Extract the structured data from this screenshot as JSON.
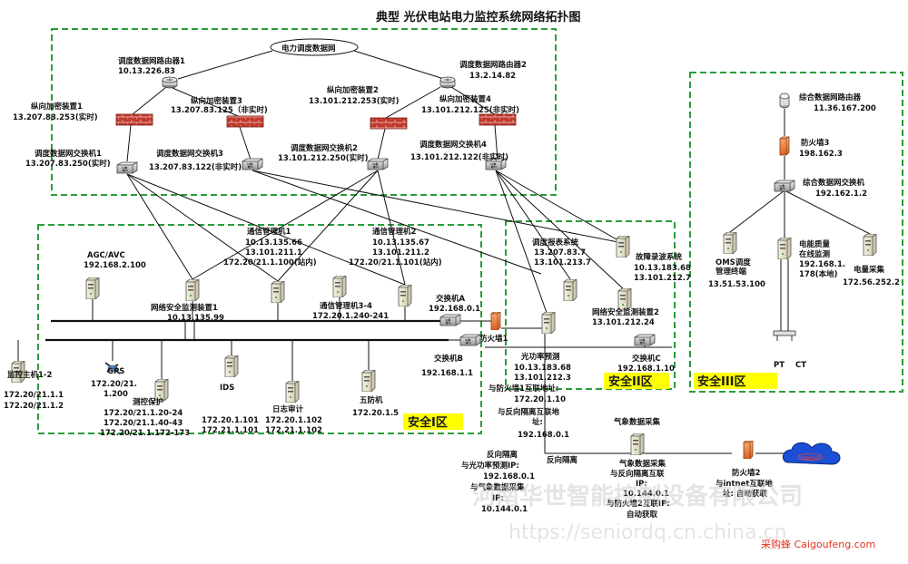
{
  "title": "典型 光伏电站电力监控系统网络拓扑图",
  "zones": {
    "z1": "安全I区",
    "z2": "安全II区",
    "z3": "安全III区"
  },
  "labels": {
    "dispatch_net": "电力调度数据网",
    "router1": "调度数据网路由器1",
    "router1_ip": "10.13.226.83",
    "router2": "调度数据网路由器2",
    "router2_ip": "13.2.14.82",
    "enc1": "纵向加密装置1",
    "enc1_ip": "13.207.83.253(实时)",
    "enc3": "纵向加密装置3",
    "enc3_ip": "13.207.83.125（非实时)",
    "enc2": "纵向加密装置2",
    "enc2_ip": "13.101.212.253(实时)",
    "enc4": "纵向加密装置4",
    "enc4_ip": "13.101.212.125(非实时)",
    "sw1": "调度数据网交换机1",
    "sw1_ip": "13.207.83.250(实时)",
    "sw3": "调度数据网交换机3",
    "sw3_ip": "13.207.83.122(非实时)",
    "sw2": "调度数据网交换机2",
    "sw2_ip": "13.101.212.250(实时)",
    "sw4": "调度数据网交换机4",
    "sw4_ip": "13.101.212.122(非实时)",
    "comm1": "通信管理机1",
    "comm1_ip1": "10.13.135.66",
    "comm1_ip2": "13.101.211.1",
    "comm1_ip3": "172.20/21.1.100(站内)",
    "comm2": "通信管理机2",
    "comm2_ip1": "10.13.135.67",
    "comm2_ip2": "13.101.211.2",
    "comm2_ip3": "172.20/21.1.101(站内)",
    "agc": "AGC/AVC",
    "agc_ip": "192.168.2.100",
    "netsec1": "网络安全监测装置1",
    "netsec1_ip": "10.13.135.99",
    "comm34": "通信管理机3-4",
    "comm34_ip": "172.20.1.240-241",
    "swA": "交换机A",
    "swA_ip": "192.168.0.1",
    "fw1": "防火墙1",
    "swB": "交换机B",
    "swB_ip": "192.168.1.1",
    "host": "监控主机1-2",
    "host_ip1": "172.20/21.1.1",
    "host_ip2": "172.20/21.1.2",
    "gps": "GPS",
    "gps_ip1": "172.20/21.",
    "gps_ip2": "1.200",
    "mctrl": "测控保护",
    "mctrl_ip1": "172.20/21.1.20-24",
    "mctrl_ip2": "172.20/21.1.40-43",
    "mctrl_ip3": "172.20/21.1.172-173",
    "ids": "IDS",
    "ids_ip1": "172.20.1.101",
    "ids_ip2": "172.21.1.101",
    "audit": "日志审计",
    "audit_ip1": "172.20.1.102",
    "audit_ip2": "172.21.1.102",
    "fivep": "五防机",
    "fivep_ip": "172.20.1.5",
    "fault": "调度报表系统",
    "fault_ip1": "13.207.83.7",
    "fault_ip2": "13.101.213.7",
    "wave": "故障录波系统",
    "wave_ip1": "10.13.183.68",
    "wave_ip2": "13.101.212.7",
    "netsec2": "网络安全监测装置2",
    "netsec2_ip": "13.101.212.24",
    "pv": "光功率预测",
    "pv_ip1": "10.13.183.68",
    "pv_ip2": "13.101.212.3",
    "pv_ip3": "与防火墙1互联地址:",
    "pv_ip4": "172.20.1.10",
    "pv_ip5": "与反向隔离互联地",
    "pv_ip6": "址:",
    "pv_ip7": "192.168.0.1",
    "swC": "交换机C",
    "swC_ip": "192.168.1.10",
    "isol": "反向隔离",
    "isol_l1": "反向隔离",
    "isol_l2": "与光功率预测IP:",
    "isol_l3": "192.168.0.1",
    "isol_l4": "与气象数据采集",
    "isol_l5": "IP:",
    "isol_l6": "10.144.0.1",
    "weather": "气象数据采集",
    "weather_l1": "气象数据采集",
    "weather_l2": "与反向隔离互联",
    "weather_l3": "IP:",
    "weather_l4": "10.144.0.1",
    "weather_l5": "与防火墙2互联IP:",
    "weather_l6": "自动获取",
    "fw2": "防火墙2",
    "fw2_l1": "与intnet互联地",
    "fw2_l2": "址: 自动获取",
    "internet": "Internet",
    "r3": "综合数据网路由器",
    "r3_ip": "11.36.167.200",
    "fw3": "防火墙3",
    "fw3_ip": "198.162.3",
    "sw5": "综合数据网交换机",
    "sw5_ip": "192.162.1.2",
    "oms": "OMS调度",
    "oms_l2": "管理终端",
    "oms_ip": "13.51.53.100",
    "pq": "电能质量",
    "pq_l2": "在线监测",
    "pq_ip1": "192.168.1.",
    "pq_ip2": "178(本地)",
    "meter": "电量采集",
    "meter_ip": "172.56.252.2",
    "pt": "PT",
    "ct": "CT"
  },
  "watermarks": {
    "wm1": "河南华世智能控制设备有限公司",
    "wm2": "https://seniordq.cn.china.cn",
    "corner": "采购蜂 Caigoufeng.com"
  },
  "colors": {
    "zone_border": "#2a9d3a",
    "badge": "#ffff00",
    "firewall": "#e8733a",
    "encryptor": "#c0392b",
    "cloud": "#1a4fd6"
  }
}
